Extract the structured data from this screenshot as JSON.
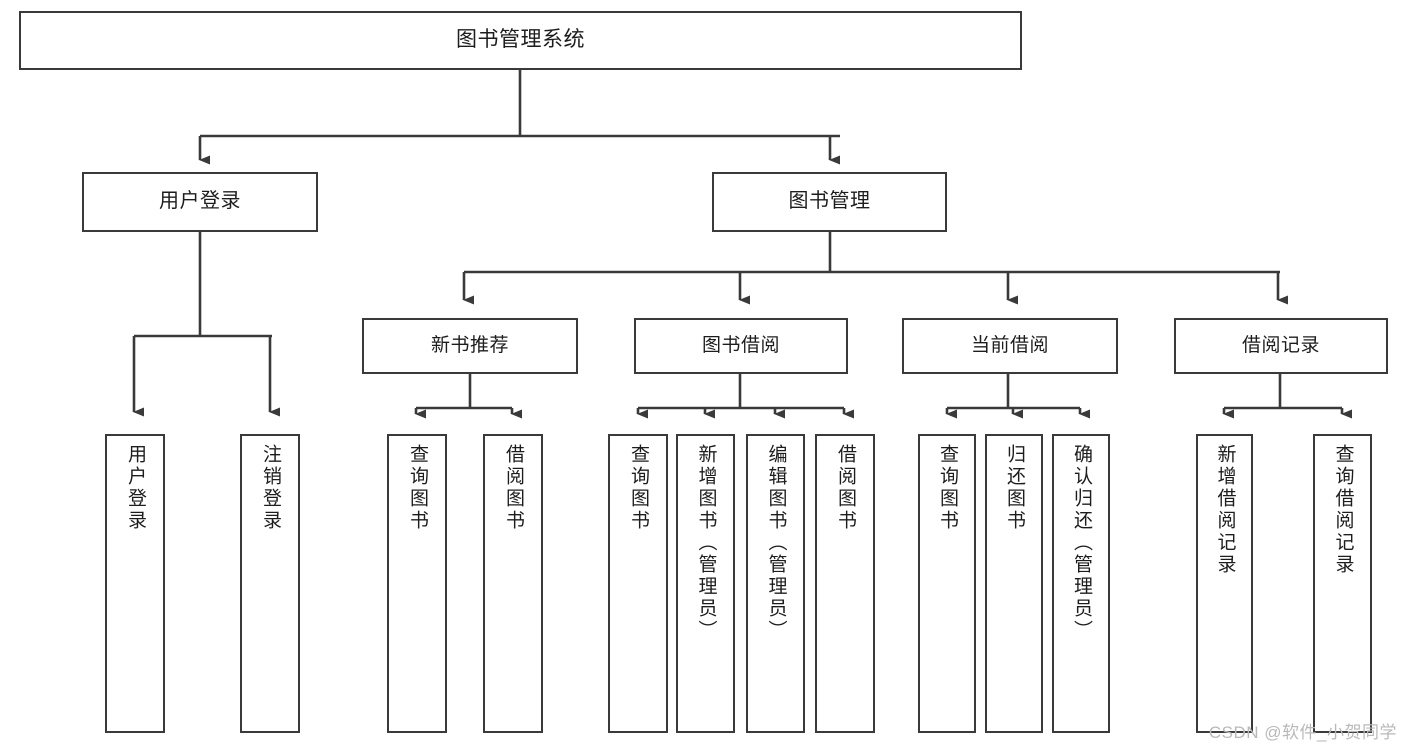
{
  "diagram": {
    "title": "图书管理系统",
    "type": "tree-hierarchy-function-structure",
    "root": {
      "label": "图书管理系统"
    },
    "level1": [
      {
        "label": "用户登录"
      },
      {
        "label": "图书管理"
      }
    ],
    "level2": [
      {
        "label": "新书推荐"
      },
      {
        "label": "图书借阅"
      },
      {
        "label": "当前借阅"
      },
      {
        "label": "借阅记录"
      }
    ],
    "leaves": {
      "user_login": [
        {
          "label": "用户登录"
        },
        {
          "label": "注销登录"
        }
      ],
      "new_book_recommend": [
        {
          "label": "查询图书"
        },
        {
          "label": "借阅图书"
        }
      ],
      "book_borrow": [
        {
          "label": "查询图书"
        },
        {
          "label": "新增图书（管理员）"
        },
        {
          "label": "编辑图书（管理员）"
        },
        {
          "label": "借阅图书"
        }
      ],
      "current_borrow": [
        {
          "label": "查询图书"
        },
        {
          "label": "归还图书"
        },
        {
          "label": "确认归还（管理员）"
        }
      ],
      "borrow_record": [
        {
          "label": "新增借阅记录"
        },
        {
          "label": "查询借阅记录"
        }
      ]
    }
  },
  "watermark": {
    "text": "CSDN @软件_小贺同学"
  },
  "colors": {
    "stroke": "#3a3a3a",
    "background": "#ffffff",
    "text": "#1d1d1d",
    "watermark": "#b9b9b9"
  }
}
